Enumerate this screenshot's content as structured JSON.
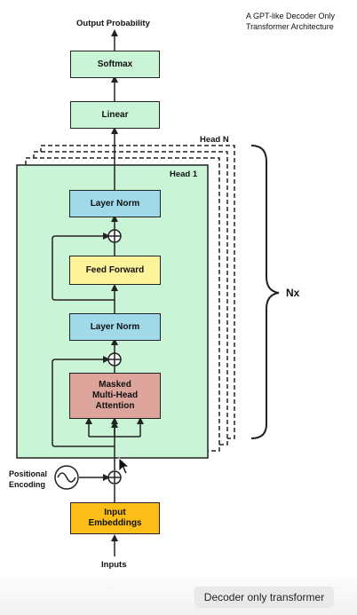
{
  "title": {
    "line1": "A GPT-like Decoder Only",
    "line2": "Transformer Architecture"
  },
  "output_label": "Output Probability",
  "softmax": "Softmax",
  "linear": "Linear",
  "head_n": "Head N",
  "head_1": "Head 1",
  "layer_norm_top": "Layer Norm",
  "feed_forward": "Feed Forward",
  "layer_norm_bottom": "Layer Norm",
  "attention": {
    "line1": "Masked",
    "line2": "Multi-Head",
    "line3": "Attention"
  },
  "positional": {
    "line1": "Positional",
    "line2": "Encoding"
  },
  "embeddings": {
    "line1": "Input",
    "line2": "Embeddings"
  },
  "inputs_label": "Inputs",
  "nx_label": "Nx",
  "caption": "Decoder only transformer",
  "colors": {
    "block_green": "#c9f5d6",
    "norm_blue": "#9fd9ea",
    "ffn_yellow": "#fdf39a",
    "attention_red": "#dca49a",
    "embedding_orange": "#fbbd17"
  }
}
